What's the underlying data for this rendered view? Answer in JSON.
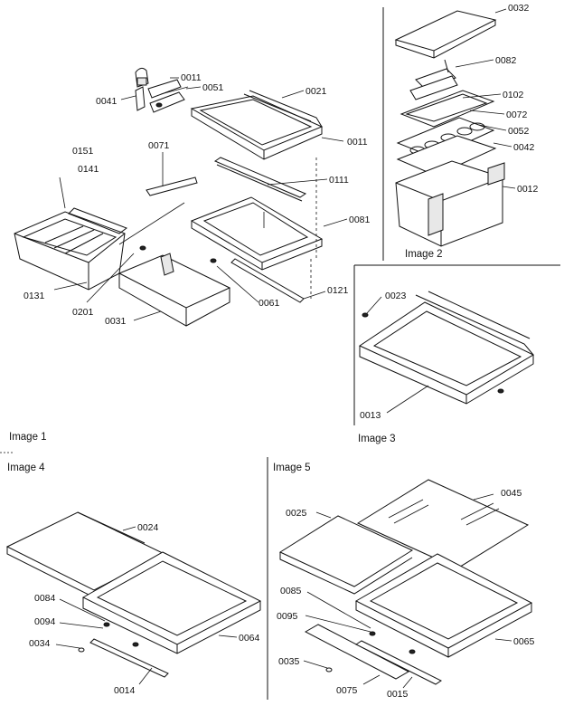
{
  "captions": {
    "image1": "Image 1",
    "image2": "Image 2",
    "image3": "Image 3",
    "image4": "Image 4",
    "image5": "Image 5"
  },
  "labels": {
    "image1": {
      "p0011a": "0011",
      "p0051": "0051",
      "p0041": "0041",
      "p0021": "0021",
      "p0011b": "0011",
      "p0071": "0071",
      "p0151": "0151",
      "p0141": "0141",
      "p0111": "0111",
      "p0081": "0081",
      "p0131": "0131",
      "p0201": "0201",
      "p0031": "0031",
      "p0061": "0061",
      "p0121": "0121"
    },
    "image2": {
      "p0032": "0032",
      "p0082": "0082",
      "p0102": "0102",
      "p0072": "0072",
      "p0052": "0052",
      "p0042": "0042",
      "p0012": "0012"
    },
    "image3": {
      "p0023": "0023",
      "p0013": "0013"
    },
    "image4": {
      "p0024": "0024",
      "p0084": "0084",
      "p0094": "0094",
      "p0034": "0034",
      "p0064": "0064",
      "p0014": "0014"
    },
    "image5": {
      "p0025": "0025",
      "p0045": "0045",
      "p0085": "0085",
      "p0095": "0095",
      "p0065": "0065",
      "p0035": "0035",
      "p0075": "0075",
      "p0015": "0015"
    }
  }
}
